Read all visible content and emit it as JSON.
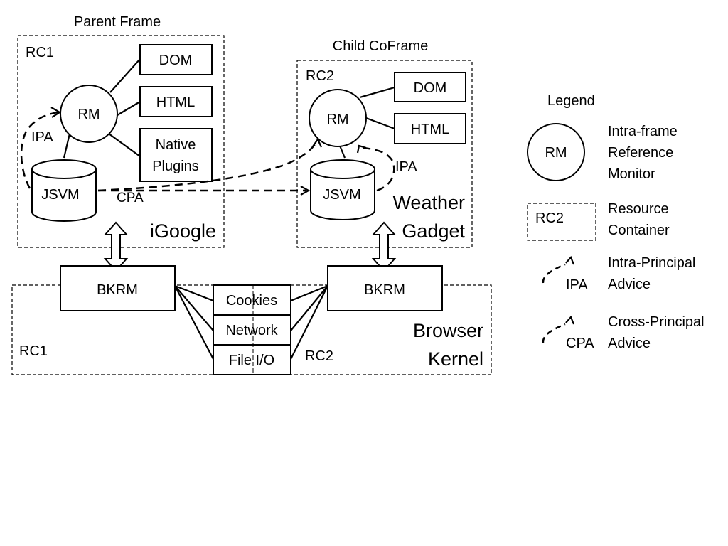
{
  "parent_frame": {
    "title": "Parent Frame",
    "container": "RC1",
    "rm": "RM",
    "resources": [
      "DOM",
      "HTML",
      "Native",
      "Plugins"
    ],
    "jsvm": "JSVM",
    "ipa": "IPA",
    "cpa": "CPA",
    "principal": "iGoogle"
  },
  "child_frame": {
    "title": "Child CoFrame",
    "container": "RC2",
    "rm": "RM",
    "resources": [
      "DOM",
      "HTML"
    ],
    "jsvm": "JSVM",
    "ipa": "IPA",
    "principal_line1": "Weather",
    "principal_line2": "Gadget"
  },
  "kernel": {
    "bkrm_left": "BKRM",
    "bkrm_right": "BKRM",
    "resources": [
      "Cookies",
      "Network",
      "File I/O"
    ],
    "rc_left": "RC1",
    "rc_right": "RC2",
    "label_line1": "Browser",
    "label_line2": "Kernel"
  },
  "legend": {
    "title": "Legend",
    "rm_symbol": "RM",
    "rm_desc": [
      "Intra-frame",
      "Reference",
      "Monitor"
    ],
    "rc_symbol": "RC2",
    "rc_desc": [
      "Resource",
      "Container"
    ],
    "ipa_symbol": "IPA",
    "ipa_desc": [
      "Intra-Principal",
      "Advice"
    ],
    "cpa_symbol": "CPA",
    "cpa_desc": [
      "Cross-Principal",
      "Advice"
    ]
  }
}
